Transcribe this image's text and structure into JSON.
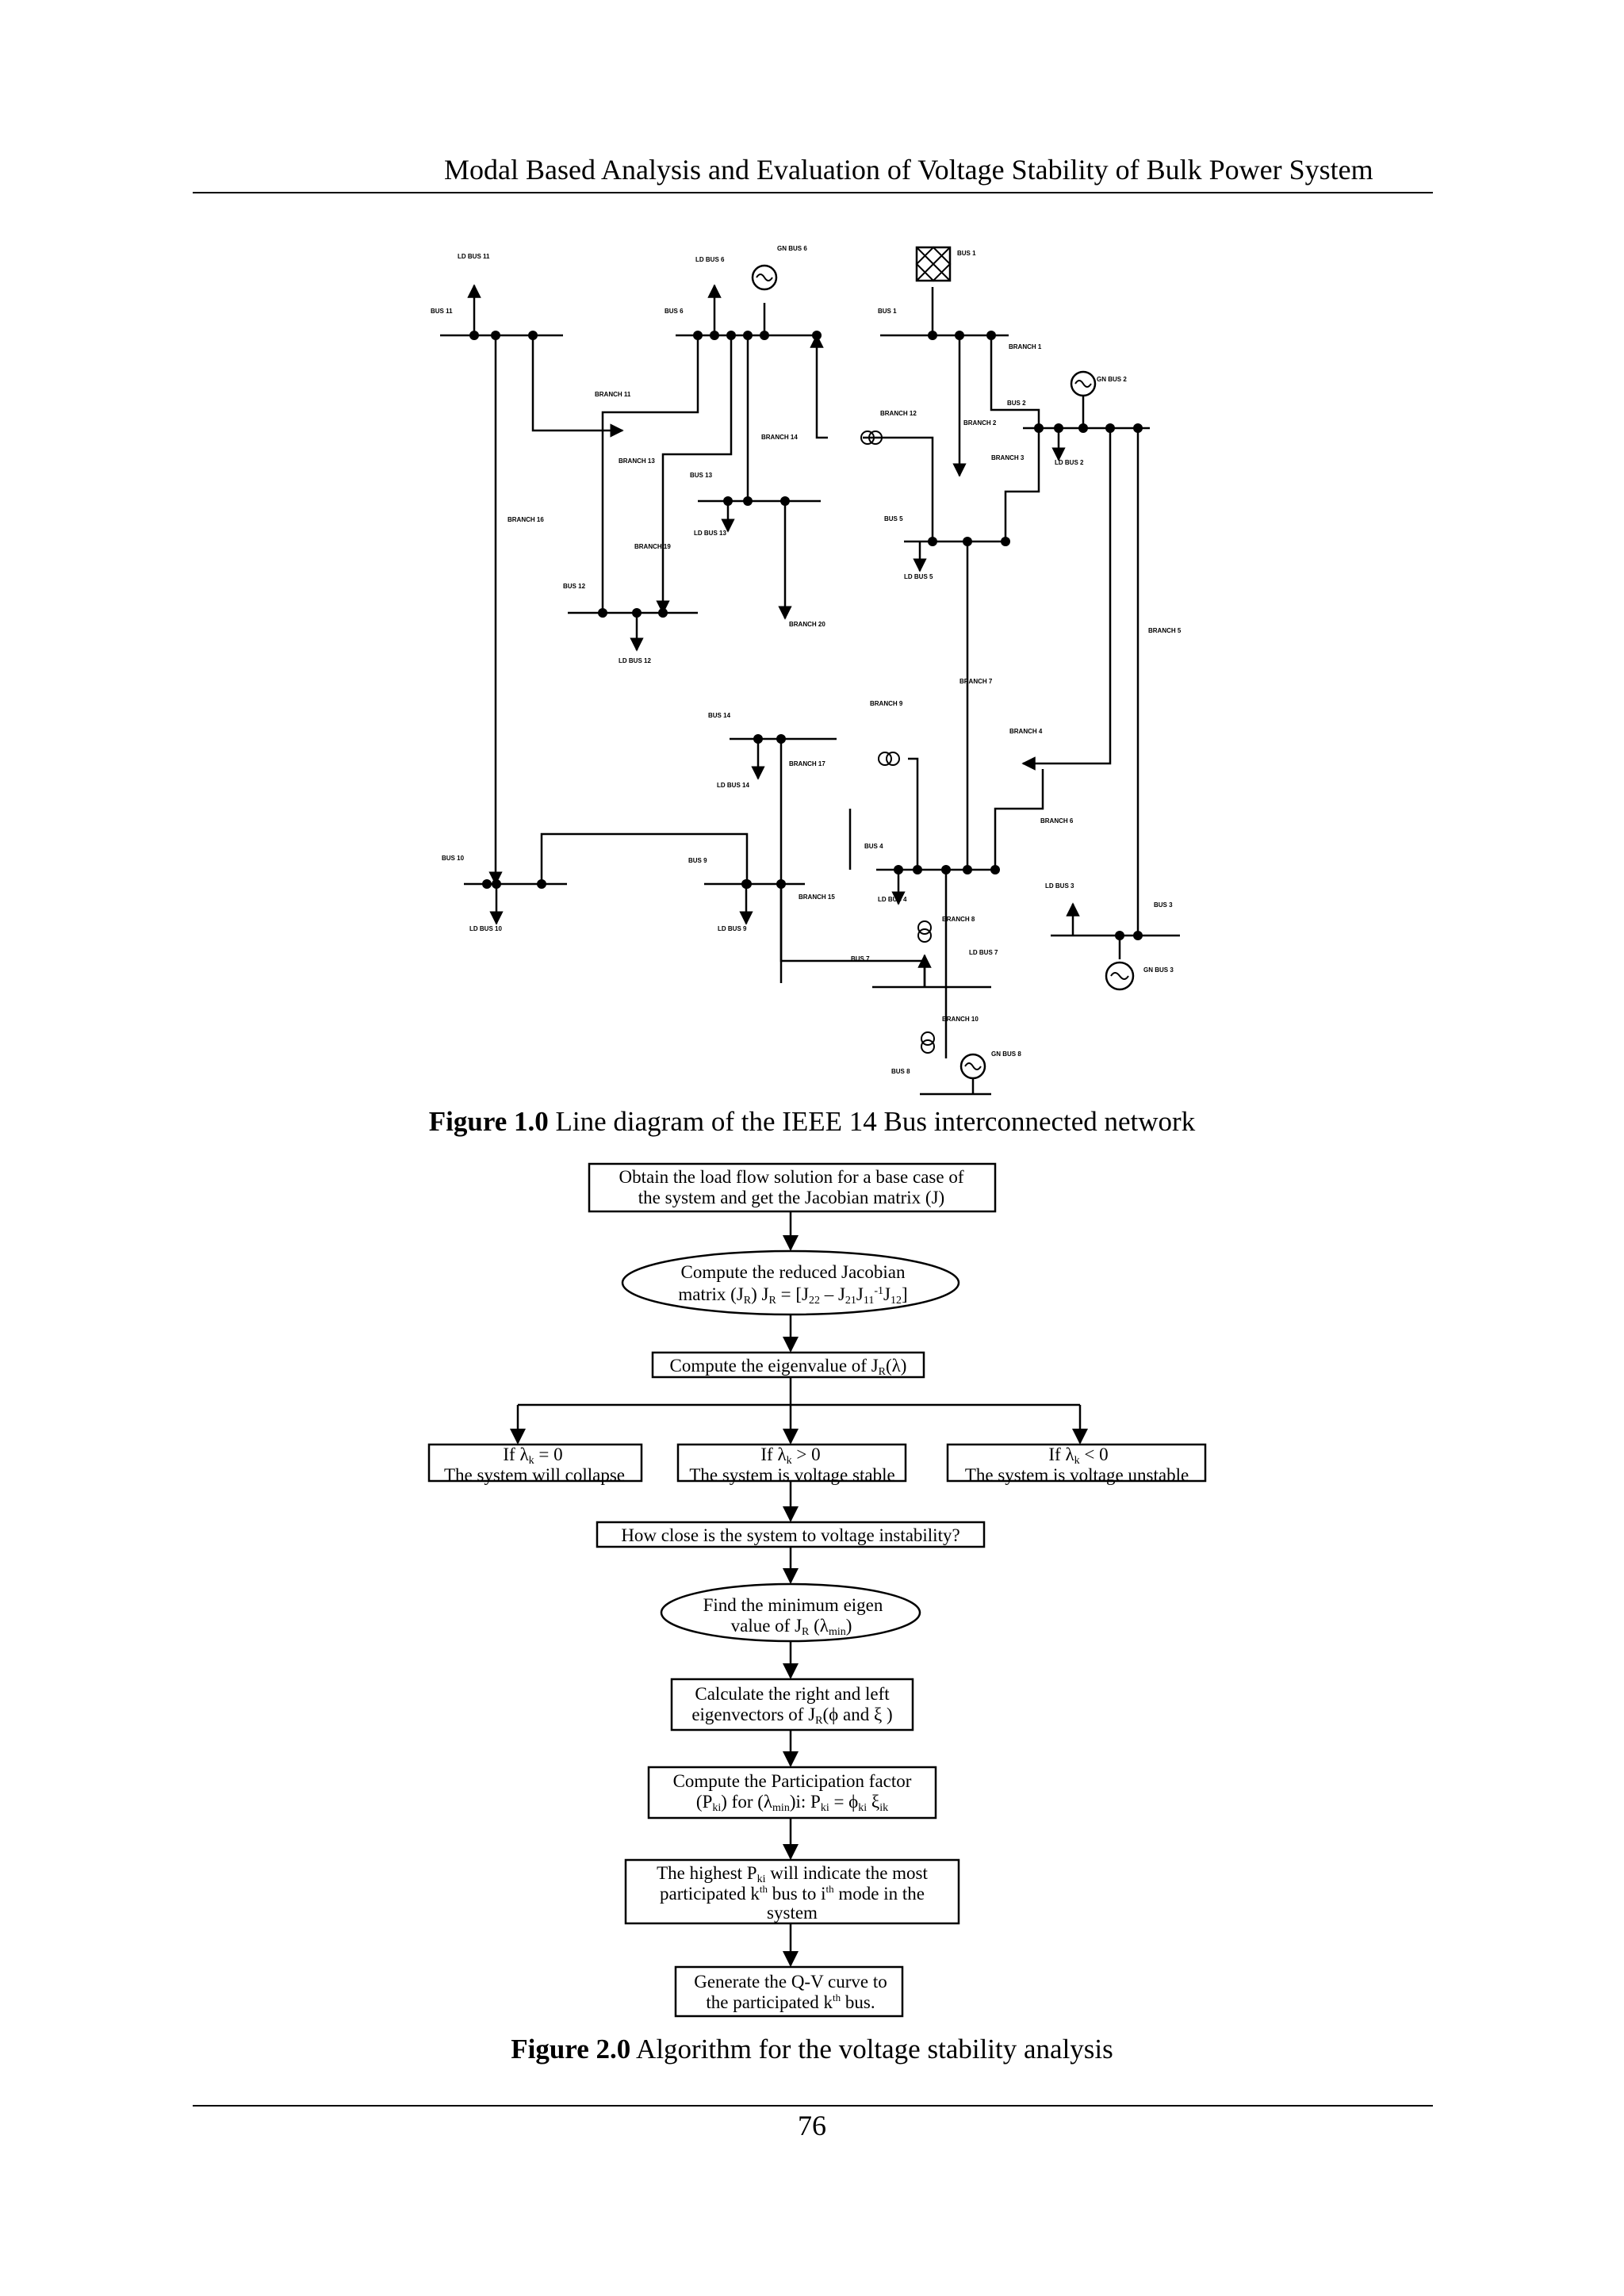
{
  "header": {
    "title": "Modal Based Analysis and Evaluation of Voltage Stability of Bulk Power System"
  },
  "figure1": {
    "caption_number": "Figure 1.0",
    "caption_text": " Line diagram of the IEEE 14 Bus interconnected network",
    "labels": {
      "ld_bus_11": "LD BUS 11",
      "bus_11": "BUS 11",
      "ld_bus_6": "LD BUS 6",
      "gn_bus_6": "GN BUS 6",
      "bus_6": "BUS 6",
      "bus_1": "BUS 1",
      "bus_1_top": "BUS 1",
      "branch_1": "BRANCH 1",
      "gn_bus_2": "GN BUS 2",
      "bus_2": "BUS 2",
      "branch_11": "BRANCH 11",
      "branch_12": "BRANCH 12",
      "branch_13": "BRANCH 13",
      "branch_2": "BRANCH 2",
      "branch_3": "BRANCH 3",
      "ld_bus_2": "LD BUS 2",
      "branch_14": "BRANCH 14",
      "bus_13": "BUS 13",
      "ld_bus_13": "LD BUS 13",
      "branch_19": "BRANCH 19",
      "bus_5": "BUS 5",
      "ld_bus_5": "LD BUS 5",
      "branch_16": "BRANCH 16",
      "bus_12": "BUS 12",
      "ld_bus_12": "LD BUS 12",
      "branch_20": "BRANCH 20",
      "branch_5": "BRANCH 5",
      "branch_7": "BRANCH 7",
      "bus_14": "BUS 14",
      "branch_9": "BRANCH 9",
      "branch_4": "BRANCH 4",
      "ld_bus_14": "LD BUS 14",
      "branch_17": "BRANCH 17",
      "branch_6": "BRANCH 6",
      "bus_4": "BUS 4",
      "bus_10": "BUS 10",
      "ld_bus_10": "LD BUS 10",
      "bus_9": "BUS 9",
      "ld_bus_9": "LD BUS 9",
      "branch_15": "BRANCH 15",
      "ld_bus_4": "LD BUS 4",
      "ld_bus_3": "LD BUS 3",
      "bus_3": "BUS 3",
      "branch_8": "BRANCH 8",
      "ld_bus_7": "LD BUS 7",
      "bus_7": "BUS 7",
      "gn_bus_3": "GN BUS 3",
      "branch_10": "BRANCH 10",
      "gn_bus_8": "GN BUS 8",
      "bus_8": "BUS 8"
    }
  },
  "figure2": {
    "caption_number": "Figure 2.0",
    "caption_text": " Algorithm for the voltage stability analysis",
    "steps": {
      "s1_l1": "Obtain the load flow solution for a base case of",
      "s1_l2": "the  system  and  get  the  Jacobian  matrix  (J)",
      "s2_l1": "Compute the reduced Jacobian",
      "s2_l2": "matrix (J",
      "s2_sub1": "R",
      "s2_l3": ") J",
      "s2_sub2": "R",
      "s2_l4": " = [J",
      "s2_sub3": "22",
      "s2_l5": " – J",
      "s2_sub4": "21",
      "s2_l6": "J",
      "s2_sub5": "11",
      "s2_sup1": "-1",
      "s2_l7": "J",
      "s2_sub6": "12",
      "s2_l8": "]",
      "s3_a": "Compute the eigenvalue of J",
      "s3_sub": "R",
      "s3_b": "(λ)",
      "b1_l1a": "If λ",
      "b1_sub": "k",
      "b1_l1b": " = 0",
      "b1_l2": "The system will collapse",
      "b2_l1a": "If λ",
      "b2_sub": "k",
      "b2_l1b": " > 0",
      "b2_l2": "The system is voltage stable",
      "b3_l1a": "If λ",
      "b3_sub": "k",
      "b3_l1b": " < 0",
      "b3_l2": "The system is voltage unstable",
      "s4": "How close is the system to voltage instability?",
      "s5_l1": "Find the minimum eigen",
      "s5_l2a": "value of J",
      "s5_sub1": "R",
      "s5_l2b": " (λ",
      "s5_sub2": "min",
      "s5_l2c": ")",
      "s6_l1": "Calculate the right and left",
      "s6_l2a": "eigenvectors of J",
      "s6_sub": "R",
      "s6_l2b": "(ϕ  and  ξ )",
      "s7_l1": "Compute the Participation factor",
      "s7_l2a": "(P",
      "s7_sub1": "ki",
      "s7_l2b": ") for (λ",
      "s7_sub2": "min",
      "s7_l2c": ")i: P",
      "s7_sub3": "ki",
      "s7_l2d": " = ϕ",
      "s7_sub4": "ki",
      "s7_l2e": " ξ",
      "s7_sub5": "ik",
      "s8_l1a": "The highest P",
      "s8_sub": "ki",
      "s8_l1b": " will indicate the most",
      "s8_l2a": "participated k",
      "s8_sup1": "th",
      "s8_l2b": " bus to i",
      "s8_sup2": "th",
      "s8_l2c": " mode in the",
      "s8_l3": "system",
      "s9_l1": "Generate the Q-V curve to",
      "s9_l2a": "the participated k",
      "s9_sup": "th",
      "s9_l2b": " bus."
    }
  },
  "footer": {
    "page_number": "76"
  }
}
